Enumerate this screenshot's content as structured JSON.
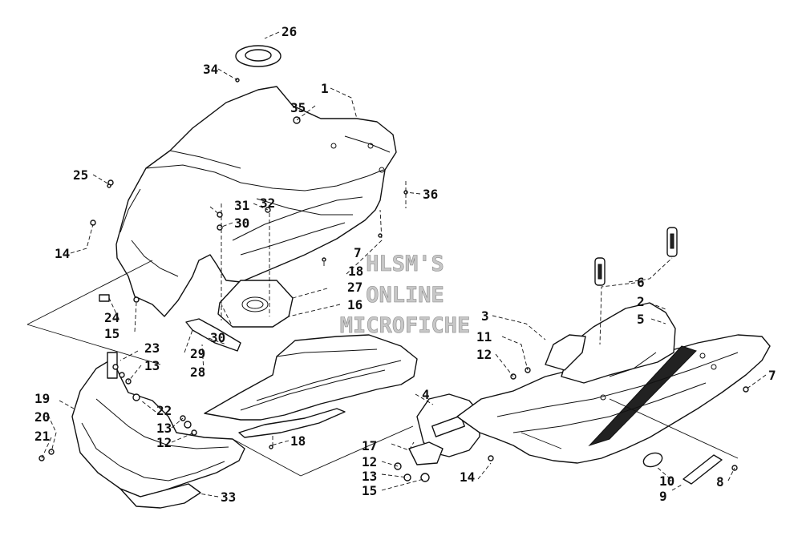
{
  "watermark": {
    "line1": "HLSM'S",
    "line2": "ONLINE",
    "line3": "MICROFICHE"
  },
  "callouts": {
    "c1": "1",
    "c2": "2",
    "c3": "3",
    "c4": "4",
    "c5": "5",
    "c6": "6",
    "c7a": "7",
    "c7b": "7",
    "c8": "8",
    "c9": "9",
    "c10": "10",
    "c11": "11",
    "c12a": "12",
    "c12b": "12",
    "c12c": "12",
    "c13a": "13",
    "c13b": "13",
    "c13c": "13",
    "c14a": "14",
    "c14b": "14",
    "c15a": "15",
    "c15b": "15",
    "c16": "16",
    "c17": "17",
    "c18a": "18",
    "c18b": "18",
    "c19": "19",
    "c20": "20",
    "c21": "21",
    "c22": "22",
    "c23": "23",
    "c24": "24",
    "c25": "25",
    "c26": "26",
    "c27": "27",
    "c28": "28",
    "c29": "29",
    "c30a": "30",
    "c30b": "30",
    "c31": "31",
    "c32": "32",
    "c33": "33",
    "c34": "34",
    "c35": "35",
    "c36": "36"
  }
}
